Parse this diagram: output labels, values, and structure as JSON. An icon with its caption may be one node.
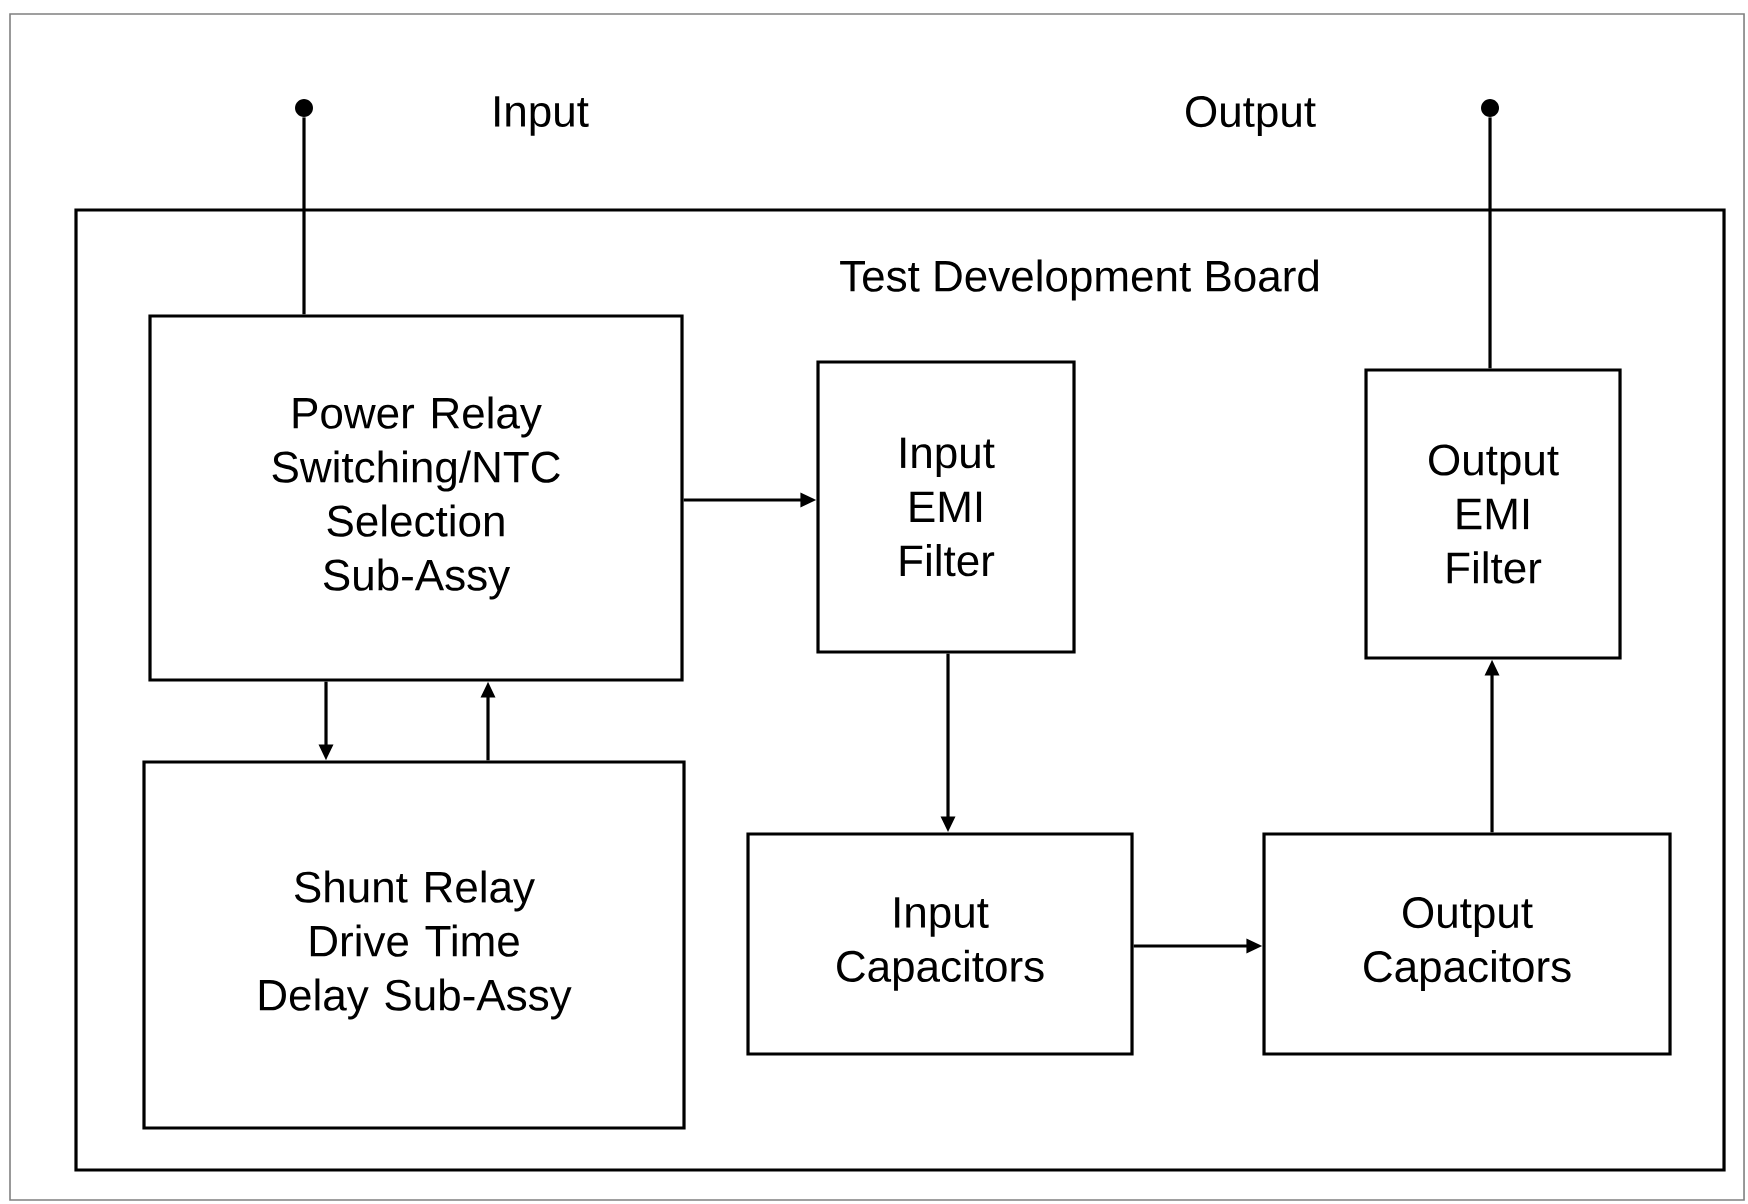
{
  "diagram": {
    "nodes": [
      {
        "text": [
          "Test Development Board"
        ]
      },
      {
        "text": [
          "Power Relay Switching/NTC Selection Sub-Assy"
        ],
        "in": 0
      },
      {
        "text": [
          "Input EMI Filter"
        ],
        "in": 0
      },
      {
        "text": [
          "Output EMI Filter"
        ],
        "in": 0
      },
      {
        "text": [
          "Shunt Relay Drive Time Delay Sub-Assy"
        ],
        "in": 0
      },
      {
        "text": [
          "Input Capacitors"
        ],
        "in": 0
      },
      {
        "text": [
          "Output Capacitors"
        ],
        "in": 0
      },
      {
        "text": [],
        "shape": "circle"
      },
      {
        "text": [],
        "shape": "circle"
      }
    ],
    "labels": [
      "Input",
      "Output"
    ],
    "edges": [
      {
        "from": 7,
        "to": 1,
        "arrow": "none"
      },
      {
        "from": 1,
        "to": 2,
        "arrow": "to"
      },
      {
        "from": 1,
        "to": 4,
        "arrow": "to"
      },
      {
        "from": 4,
        "to": 1,
        "arrow": "to"
      },
      {
        "from": 2,
        "to": 5,
        "arrow": "to"
      },
      {
        "from": 5,
        "to": 6,
        "arrow": "to"
      },
      {
        "from": 6,
        "to": 3,
        "arrow": "to"
      },
      {
        "from": 3,
        "to": 8,
        "arrow": "none"
      }
    ]
  }
}
